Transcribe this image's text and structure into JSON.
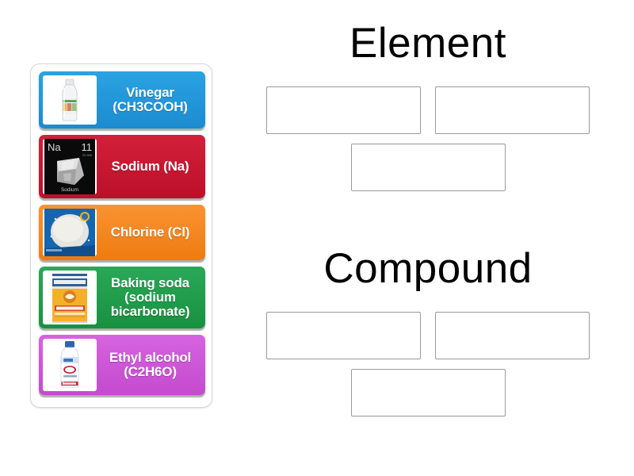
{
  "activity": {
    "type": "group-sort",
    "panel_name": "draggable-items-panel"
  },
  "items": [
    {
      "id": "vinegar",
      "label": "Vinegar (CH3COOH)",
      "color": "#1f93d8",
      "image_name": "vinegar-bottle-photo",
      "image_alt": "Clear plastic bottle of white vinegar with a colorful label"
    },
    {
      "id": "sodium",
      "label": "Sodium (Na)",
      "color": "#c8162f",
      "image_name": "sodium-periodic-tile-photo",
      "image_alt": "Black periodic table tile showing Na, 11, a chunk of sodium metal and the caption Sodium",
      "tile_symbol": "Na",
      "tile_number": "11",
      "tile_caption": "Sodium"
    },
    {
      "id": "chlorine",
      "label": "Chlorine (Cl)",
      "color": "#f5851f",
      "image_name": "chlorine-granules-photo",
      "image_alt": "Blue packaging with white chlorine granules"
    },
    {
      "id": "baking-soda",
      "label": "Baking soda (sodium bicarbonate)",
      "color": "#1f9e4a",
      "image_name": "baking-soda-box-photo",
      "image_alt": "Orange and yellow Arm and Hammer baking soda box"
    },
    {
      "id": "ethyl-alcohol",
      "label": "Ethyl alcohol (C2H6O)",
      "color": "#cc55d6",
      "image_name": "ethyl-alcohol-bottle-photo",
      "image_alt": "White and blue bottle of ethyl rubbing alcohol with a red seal"
    }
  ],
  "groups": [
    {
      "id": "element",
      "title": "Element",
      "drop_zone_count": 3,
      "drop_zones": [
        "",
        "",
        ""
      ]
    },
    {
      "id": "compound",
      "title": "Compound",
      "drop_zone_count": 3,
      "drop_zones": [
        "",
        "",
        ""
      ]
    }
  ],
  "colors": {
    "page_background": "#ffffff",
    "panel_border": "#d6d6d6",
    "drop_zone_border": "#9a9a9a",
    "title_text": "#000000",
    "item_text": "#ffffff"
  }
}
